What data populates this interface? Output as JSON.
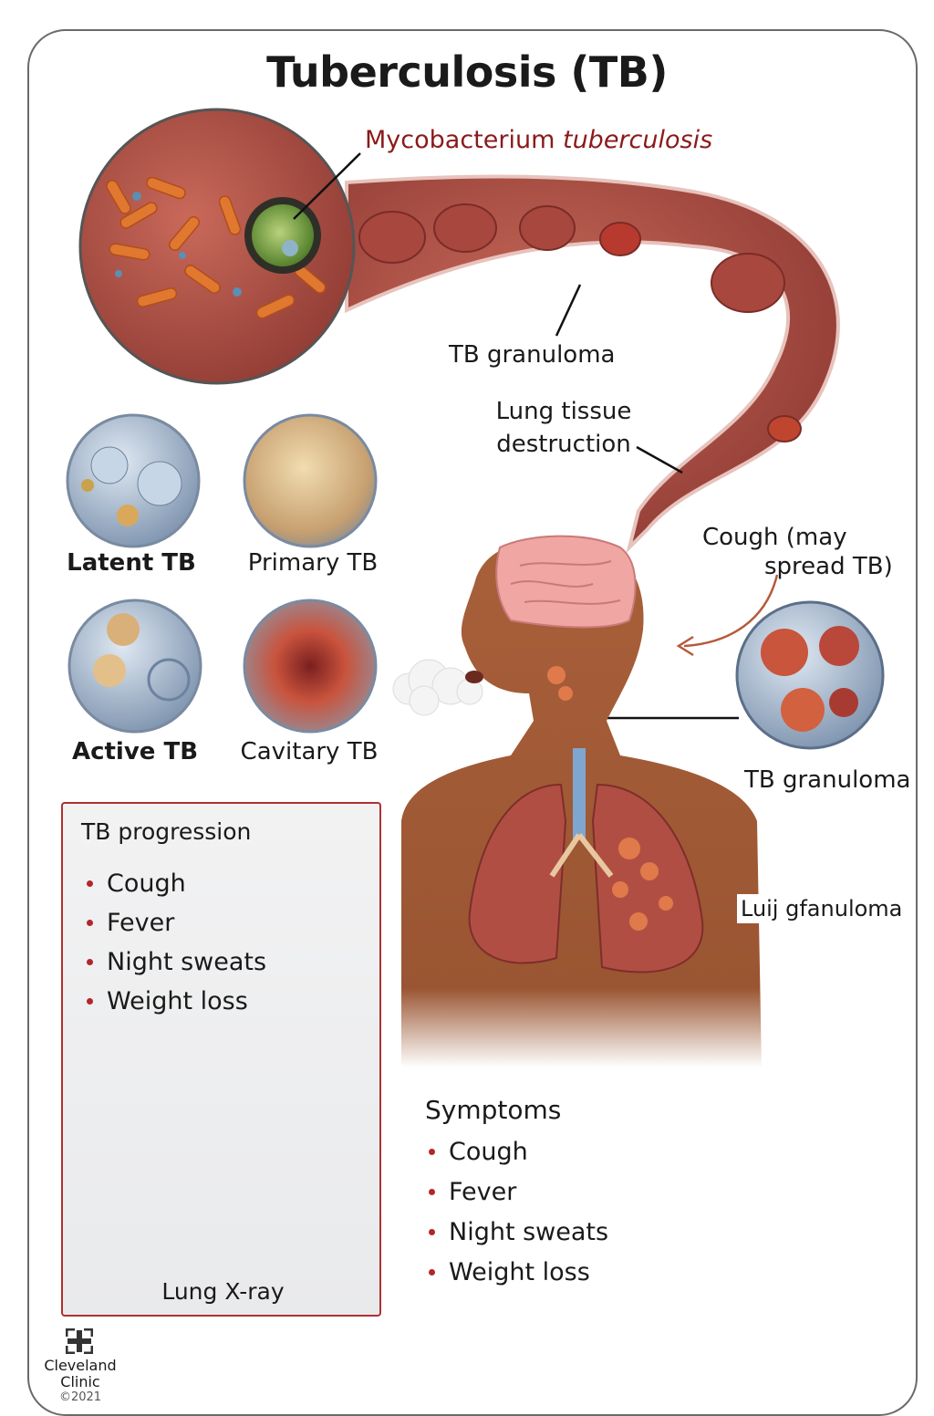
{
  "title": "Tuberculosis (TB)",
  "organism": {
    "genus": "Mycobacterium",
    "species": "tuberculosis"
  },
  "labels": {
    "tb_granuloma_top": "TB granuloma",
    "lung_tissue_destruction": [
      "Lung tissue",
      "destruction"
    ],
    "cough_may": "Cough (may",
    "spread_tb": "spread TB)",
    "tb_granuloma_side": "TB granuloma",
    "lung_granuloma": "Luĳ gfanuloma"
  },
  "stages": [
    {
      "label": "Latent TB",
      "bold": true
    },
    {
      "label": "Primary TB",
      "bold": false
    },
    {
      "label": "Active TB",
      "bold": true
    },
    {
      "label": "Cavitary TB",
      "bold": false
    }
  ],
  "progression": {
    "heading": "TB progression",
    "items": [
      "Cough",
      "Fever",
      "Night sweats",
      "Weight loss"
    ],
    "xray_caption": "Lung X-ray"
  },
  "symptoms": {
    "heading": "Symptoms",
    "items": [
      "Cough",
      "Fever",
      "Night sweats",
      "Weight loss"
    ]
  },
  "brand": {
    "name_line1": "Cleveland",
    "name_line2": "Clinic",
    "year": "©2021"
  },
  "colors": {
    "accent": "#8b1a1a",
    "bullet": "#b0282a",
    "tissue": "#b5554a",
    "skin": "#a8603a"
  }
}
